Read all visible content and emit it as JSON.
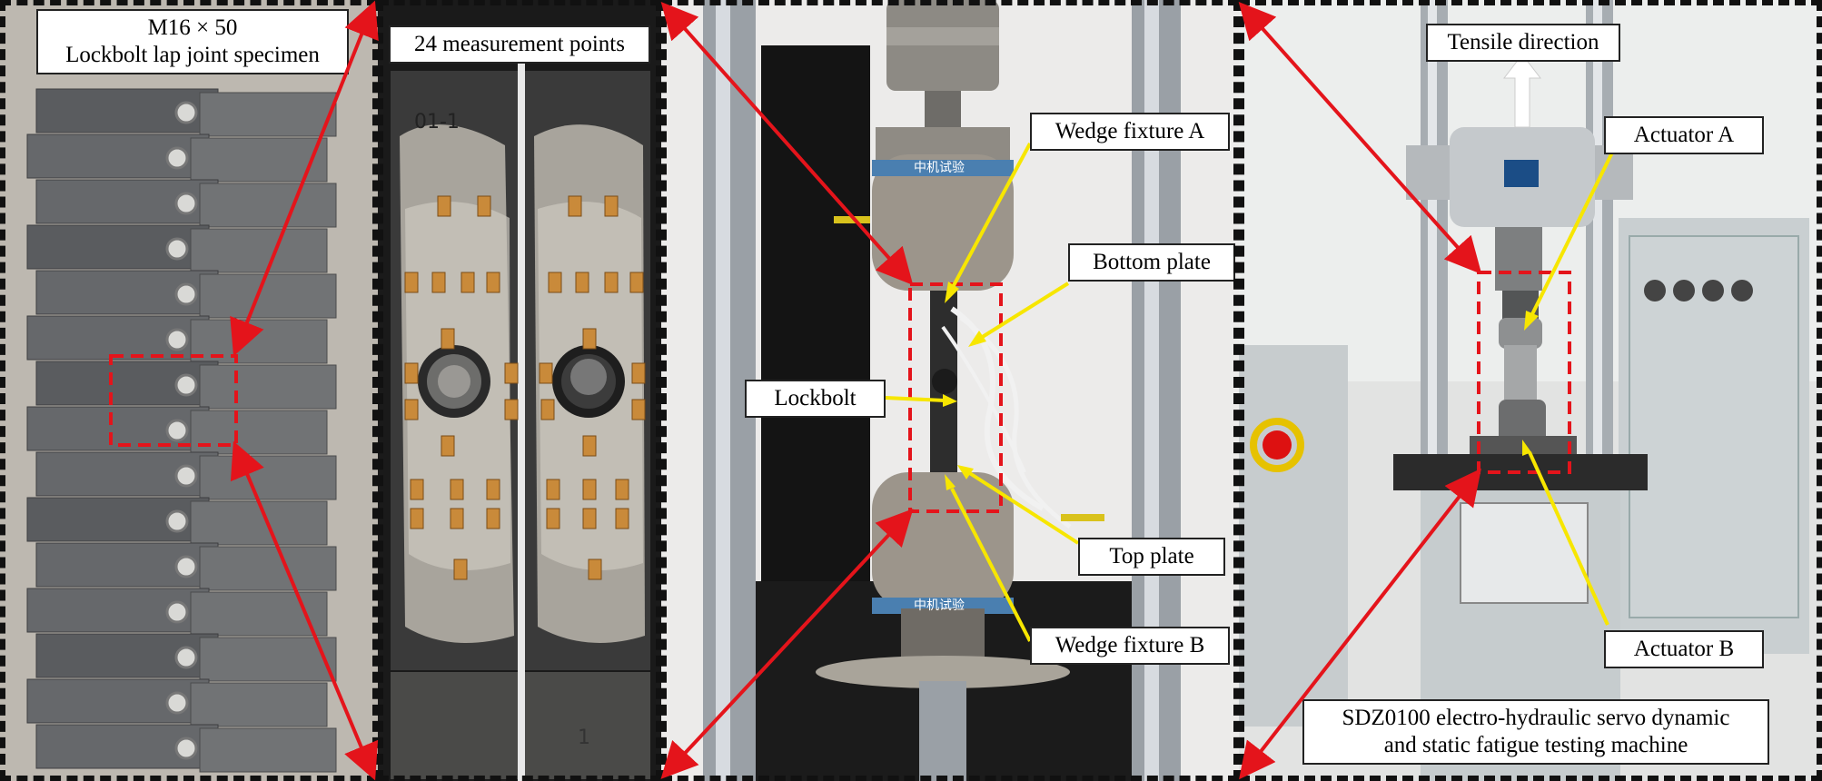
{
  "panel1": {
    "title_line1": "M16 × 50",
    "title_line2": "Lockbolt lap joint specimen"
  },
  "panel2": {
    "title": "24 measurement points",
    "marks": [
      "01-1",
      "1"
    ]
  },
  "panel3": {
    "brand_text": "中机试验",
    "labels": {
      "wedge_a": "Wedge fixture A",
      "bottom_plate": "Bottom plate",
      "lockbolt": "Lockbolt",
      "top_plate": "Top plate",
      "wedge_b": "Wedge fixture B"
    }
  },
  "panel4": {
    "labels": {
      "tensile": "Tensile direction",
      "actuator_a": "Actuator A",
      "actuator_b": "Actuator B",
      "machine_line1": "SDZ0100 electro-hydraulic servo dynamic",
      "machine_line2": "and static fatigue testing machine"
    }
  },
  "colors": {
    "callout_red": "#e4141b",
    "pointer_yellow": "#f7e600"
  }
}
